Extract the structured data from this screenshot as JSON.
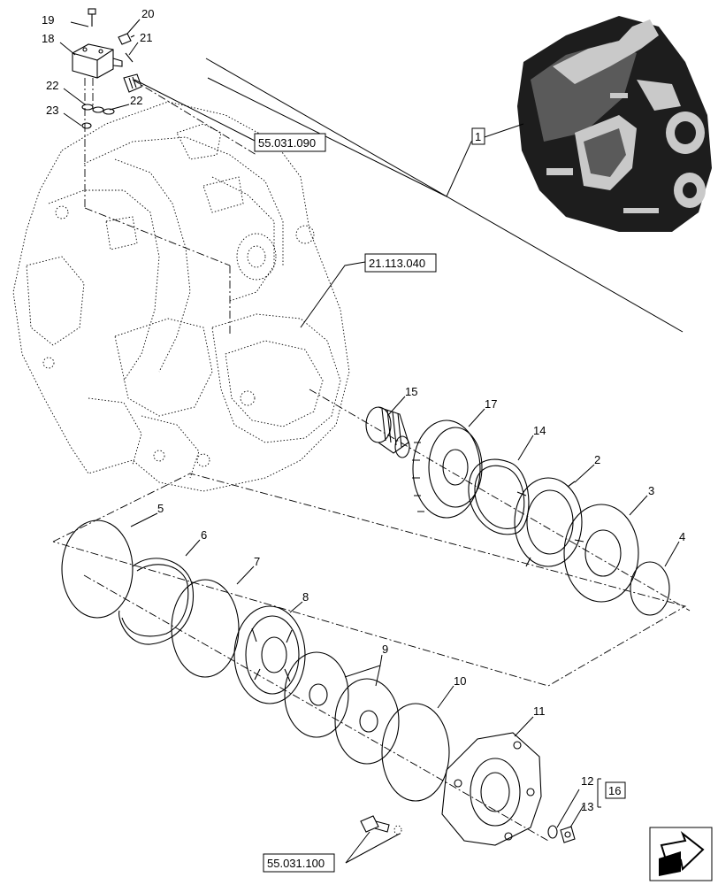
{
  "callouts": {
    "n1": "1",
    "n2": "2",
    "n3": "3",
    "n4": "4",
    "n5": "5",
    "n6": "6",
    "n7": "7",
    "n8": "8",
    "n9": "9",
    "n10": "10",
    "n11": "11",
    "n12": "12",
    "n13": "13",
    "n14": "14",
    "n15": "15",
    "n16": "16",
    "n17": "17",
    "n18": "18",
    "n19": "19",
    "n20": "20",
    "n21": "21",
    "n22a": "22",
    "n22b": "22",
    "n23": "23"
  },
  "references": {
    "ref_55031090": "55.031.090",
    "ref_21113040": "21.113.040",
    "ref_55031100": "55.031.100"
  },
  "nav": {
    "icon": "next-page-arrow-icon"
  }
}
